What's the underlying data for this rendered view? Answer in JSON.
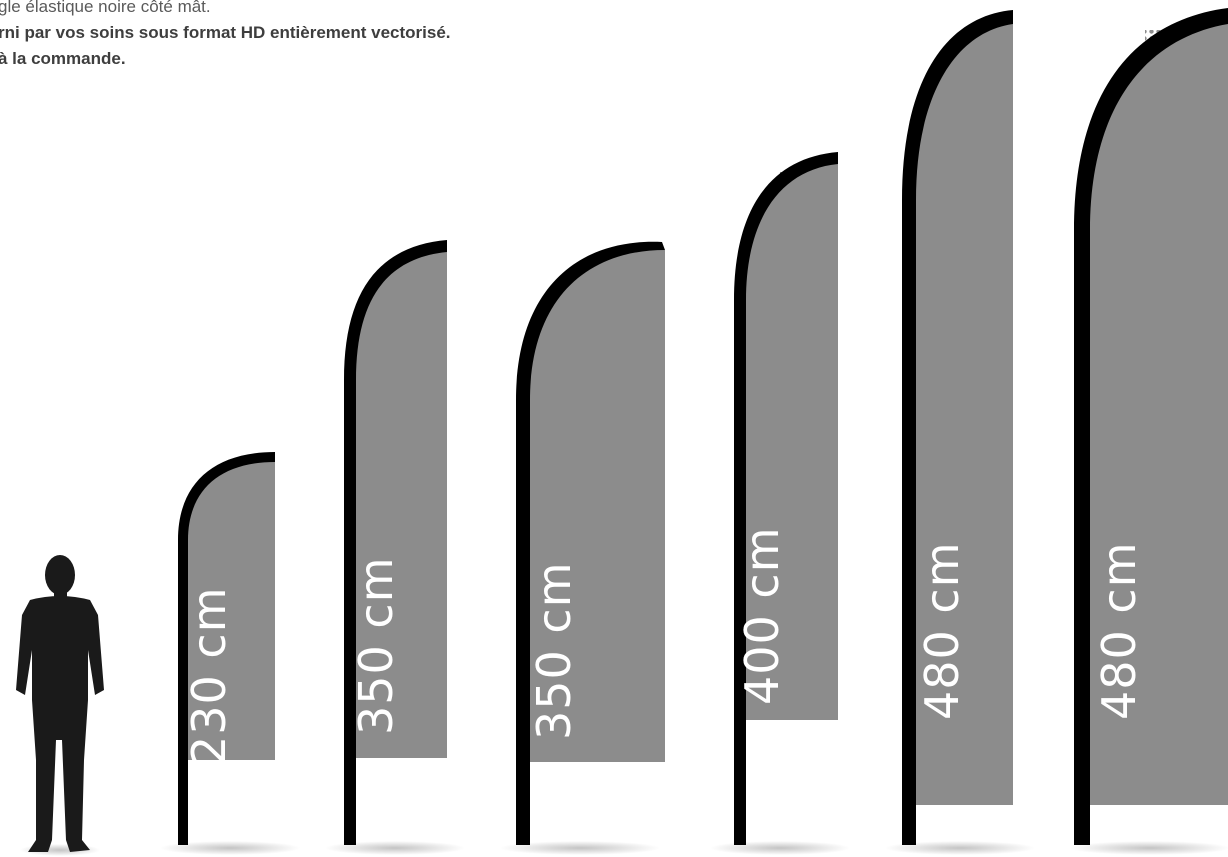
{
  "intro": {
    "line1": "gle élastique noire côté mât.",
    "line2": "rni par vos soins sous format HD entièrement vectorisé.",
    "line3": "à la commande."
  },
  "flags": [
    {
      "label": "230 cm"
    },
    {
      "label": "350 cm"
    },
    {
      "label": "350 cm"
    },
    {
      "label": "400 cm"
    },
    {
      "label": "480 cm"
    },
    {
      "label": "480 cm"
    }
  ],
  "colors": {
    "pole": "#000000",
    "sail": "#8c8c8c",
    "person": "#1a1a1a",
    "shadow": "#c8c8c8"
  }
}
